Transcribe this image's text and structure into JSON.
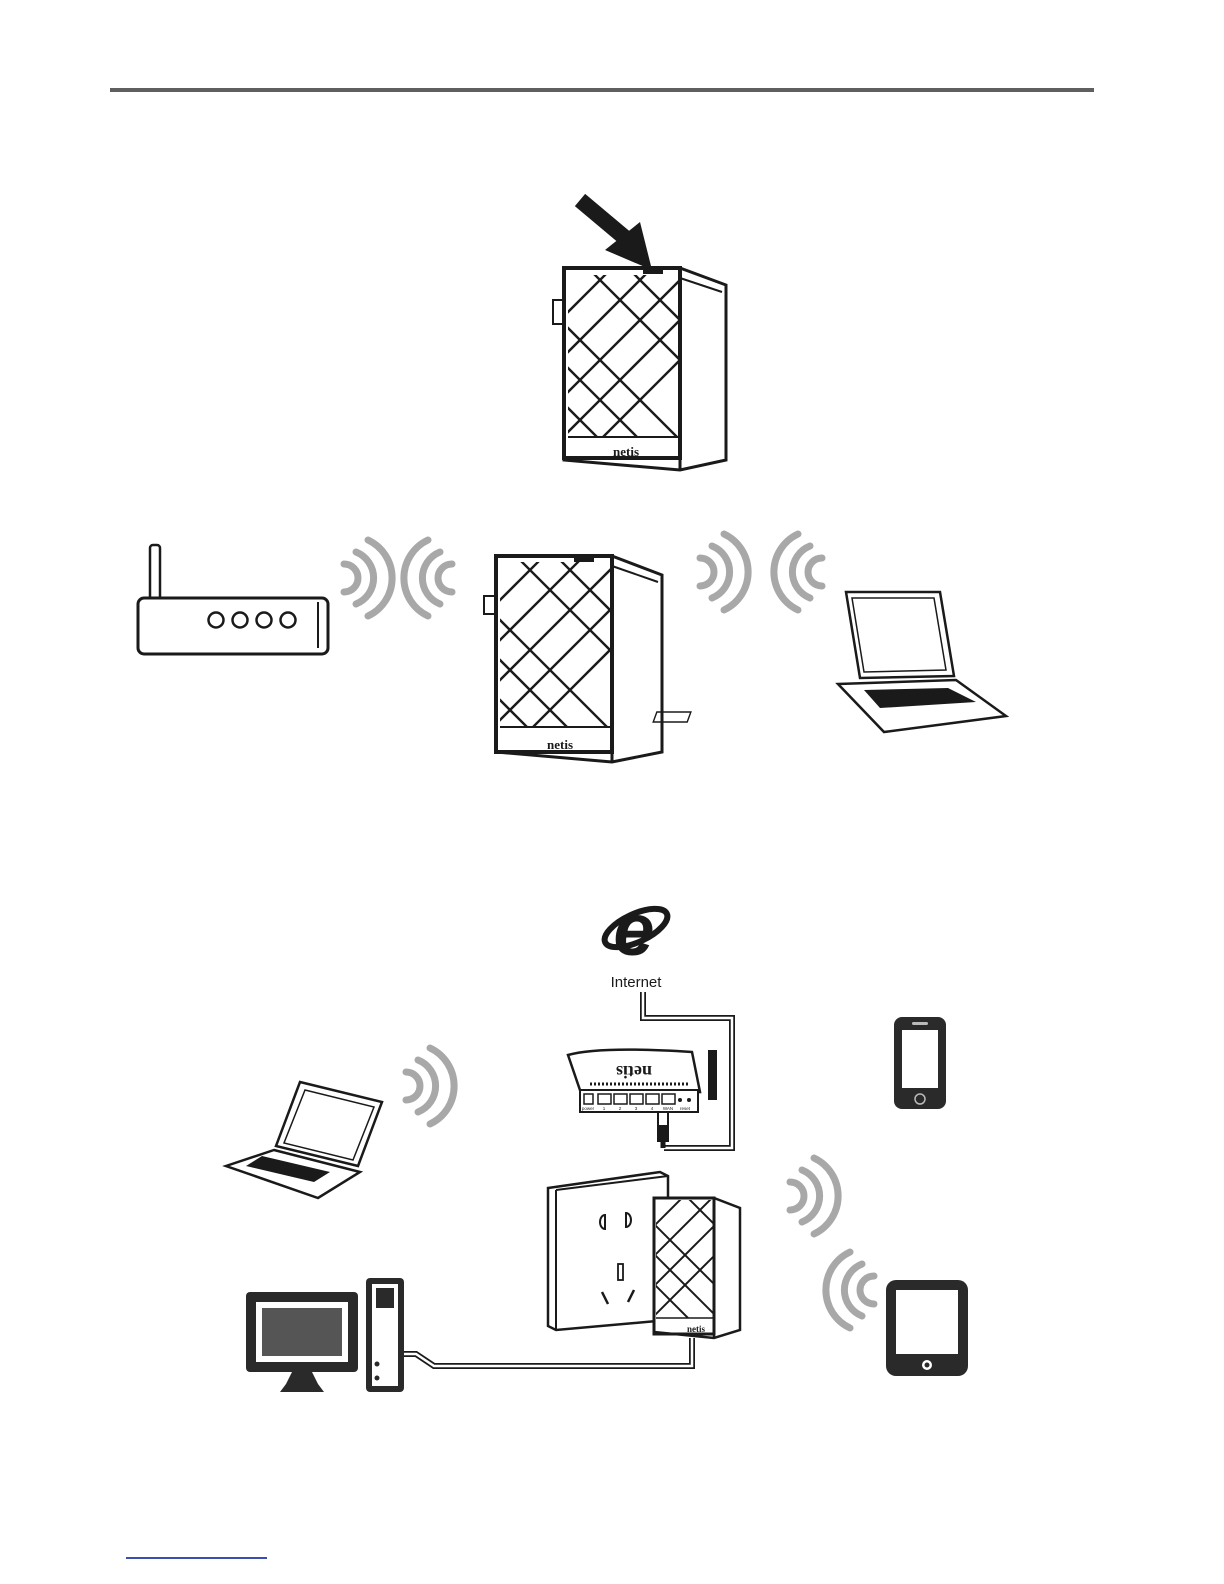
{
  "brand_text": "netis",
  "internet_label": "Internet",
  "router_port_labels": [
    "power",
    "1",
    "2",
    "3",
    "4",
    "WAN",
    "reset"
  ],
  "colors": {
    "line": "#1a1a1a",
    "wifi_wave": "#a8a8a8",
    "header_rule": "#5f5f5f",
    "link_underline": "#3a4fb0"
  },
  "icons": [
    "arrow-icon",
    "extender-icon",
    "router-icon",
    "wifi-icon",
    "laptop-icon",
    "internet-explorer-icon",
    "smartphone-icon",
    "tablet-icon",
    "desktop-pc-icon",
    "wall-outlet-icon"
  ]
}
